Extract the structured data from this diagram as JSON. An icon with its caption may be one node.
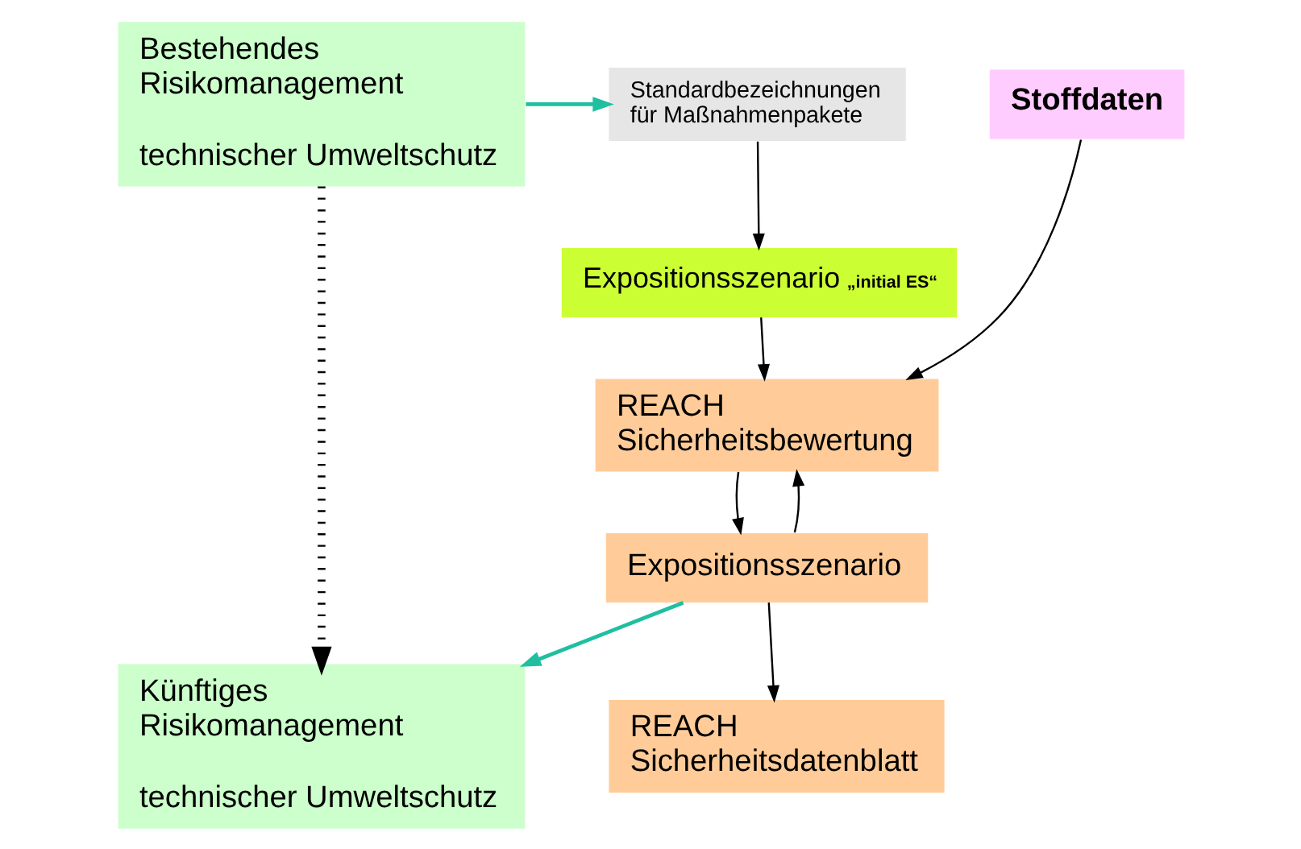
{
  "diagram": {
    "nodes": [
      {
        "text": [
          "Bestehendes Risikomanagement",
          "technischer Umweltschutz"
        ]
      },
      {
        "text": [
          "Standardbezeichnungen für Maßnahmenpakete"
        ]
      },
      {
        "text": [
          "Stoffdaten"
        ]
      },
      {
        "text": [
          "Expositionsszenario",
          "„initial ES“"
        ]
      },
      {
        "text": [
          "REACH Sicherheitsbewertung"
        ]
      },
      {
        "text": [
          "Expositionsszenario"
        ]
      },
      {
        "text": [
          "Künftiges Risikomanagement",
          "technischer Umweltschutz"
        ]
      },
      {
        "text": [
          "REACH Sicherheitsdatenblatt"
        ]
      }
    ],
    "edges": [
      {
        "from": 0,
        "to": 1,
        "arrow": "to",
        "color": "#1fbfa0"
      },
      {
        "from": 0,
        "to": 6,
        "arrow": "to",
        "style": "dashed"
      },
      {
        "from": 1,
        "to": 3,
        "arrow": "to"
      },
      {
        "from": 2,
        "to": 4,
        "arrow": "to"
      },
      {
        "from": 3,
        "to": 4,
        "arrow": "to"
      },
      {
        "from": 4,
        "to": 5,
        "arrow": "to"
      },
      {
        "from": 5,
        "to": 4,
        "arrow": "to"
      },
      {
        "from": 5,
        "to": 6,
        "arrow": "to",
        "color": "#1fbfa0"
      },
      {
        "from": 5,
        "to": 7,
        "arrow": "to"
      }
    ]
  }
}
